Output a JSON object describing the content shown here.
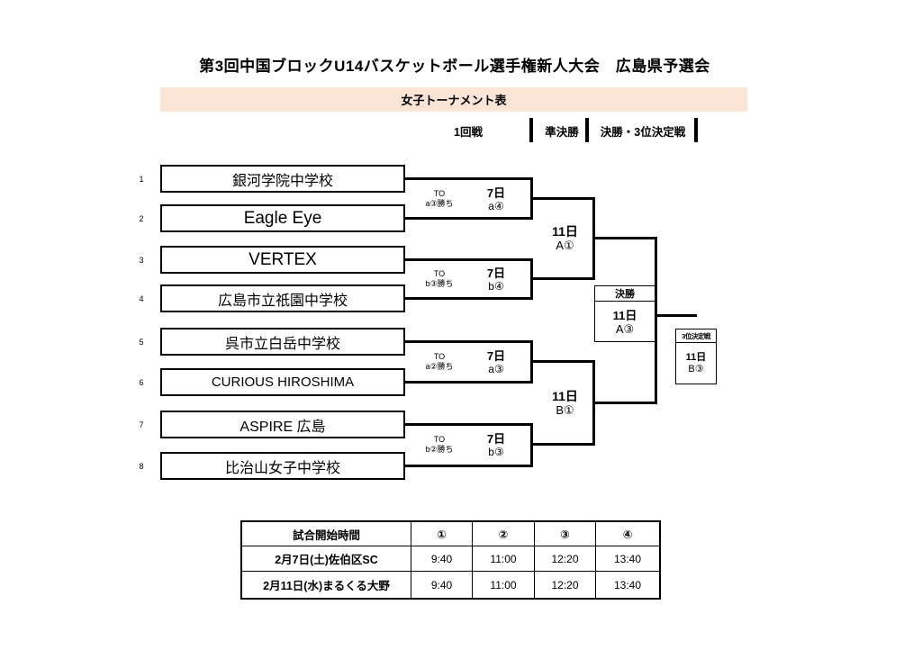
{
  "title": "第3回中国ブロックU14バスケットボール選手権新人大会　広島県予選会",
  "banner": "女子トーナメント表",
  "rounds": [
    "1回戦",
    "準決勝",
    "決勝・3位決定戦"
  ],
  "teams": [
    {
      "seed": "1",
      "name": "銀河学院中学校"
    },
    {
      "seed": "2",
      "name": "Eagle Eye"
    },
    {
      "seed": "3",
      "name": "VERTEX"
    },
    {
      "seed": "4",
      "name": "広島市立祇園中学校"
    },
    {
      "seed": "5",
      "name": "呉市立白岳中学校"
    },
    {
      "seed": "6",
      "name": "CURIOUS HIROSHIMA"
    },
    {
      "seed": "7",
      "name": "ASPIRE 広島"
    },
    {
      "seed": "8",
      "name": "比治山女子中学校"
    }
  ],
  "first_round": [
    {
      "to": "TO",
      "winner_of": "a③勝ち",
      "date": "7日",
      "game": "a④"
    },
    {
      "to": "TO",
      "winner_of": "b③勝ち",
      "date": "7日",
      "game": "b④"
    },
    {
      "to": "TO",
      "winner_of": "a②勝ち",
      "date": "7日",
      "game": "a③"
    },
    {
      "to": "TO",
      "winner_of": "b②勝ち",
      "date": "7日",
      "game": "b③"
    }
  ],
  "semifinals": [
    {
      "date": "11日",
      "game": "A①"
    },
    {
      "date": "11日",
      "game": "B①"
    }
  ],
  "final": {
    "header": "決勝",
    "date": "11日",
    "game": "A③"
  },
  "third_place": {
    "header": "3位決定戦",
    "date": "11日",
    "game": "B③"
  },
  "schedule": {
    "headers": [
      "試合開始時間",
      "①",
      "②",
      "③",
      "④"
    ],
    "rows": [
      {
        "label": "2月7日(土)佐伯区SC",
        "times": [
          "9:40",
          "11:00",
          "12:20",
          "13:40"
        ]
      },
      {
        "label": "2月11日(水)まるくる大野",
        "times": [
          "9:40",
          "11:00",
          "12:20",
          "13:40"
        ]
      }
    ]
  },
  "colors": {
    "banner_bg": "#FBE5D6",
    "line": "#000000"
  }
}
